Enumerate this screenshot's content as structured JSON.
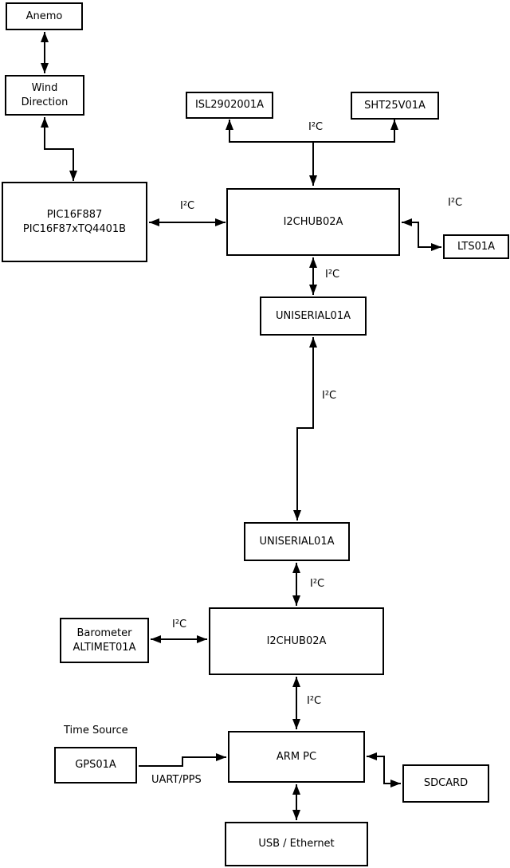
{
  "diagram": {
    "nodes": {
      "anemo": "Anemo",
      "wind_direction": "Wind\nDirection",
      "pic": "PIC16F887\nPIC16F87xTQ4401B",
      "isl": "ISL2902001A",
      "sht": "SHT25V01A",
      "i2chub_top": "I2CHUB02A",
      "lts": "LTS01A",
      "uniserial_top": "UNISERIAL01A",
      "uniserial_bottom": "UNISERIAL01A",
      "barometer": "Barometer\nALTIMET01A",
      "i2chub_bottom": "I2CHUB02A",
      "arm_pc": "ARM PC",
      "gps": "GPS01A",
      "sdcard": "SDCARD",
      "usb_ethernet": "USB / Ethernet"
    },
    "edge_labels": {
      "i2c_pic_hub": "I²C",
      "i2c_sensors": "I²C",
      "i2c_lts": "I²C",
      "i2c_hub_uniserial": "I²C",
      "i2c_backbone": "I²C",
      "i2c_uniserial_hub": "I²C",
      "i2c_barometer": "I²C",
      "i2c_hub_armpc": "I²C",
      "time_source": "Time Source",
      "uart_pps": "UART/PPS"
    },
    "colors": {
      "line": "#000000",
      "box_fill": "#ffffff",
      "background": "#ffffff"
    }
  }
}
